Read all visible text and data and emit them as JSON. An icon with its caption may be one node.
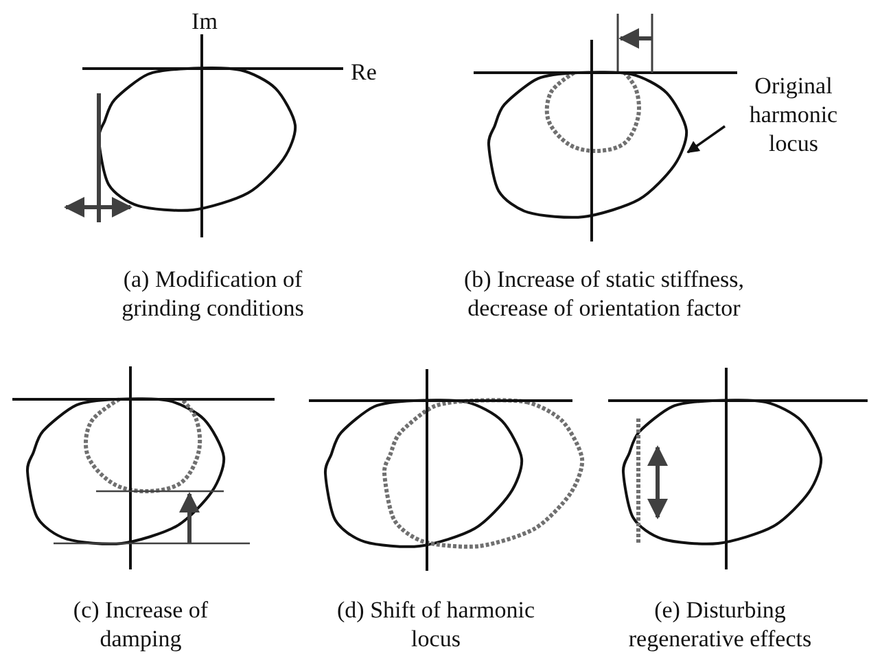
{
  "diagram": {
    "nodes": [
      {
        "text": [
          "Original harmonic locus"
        ]
      },
      {
        "text": [],
        "shape": "picture"
      }
    ],
    "edges": [
      {
        "from": 0,
        "to": 1,
        "arrow": "to"
      }
    ],
    "labels": [
      "Im",
      "Re",
      "(a) Modification of grinding conditions",
      "(b) Increase of static stiffness, decrease of orientation factor",
      "(c) Increase of damping",
      "(d) Shift of harmonic locus",
      "(e) Disturbing regenerative effects"
    ]
  }
}
